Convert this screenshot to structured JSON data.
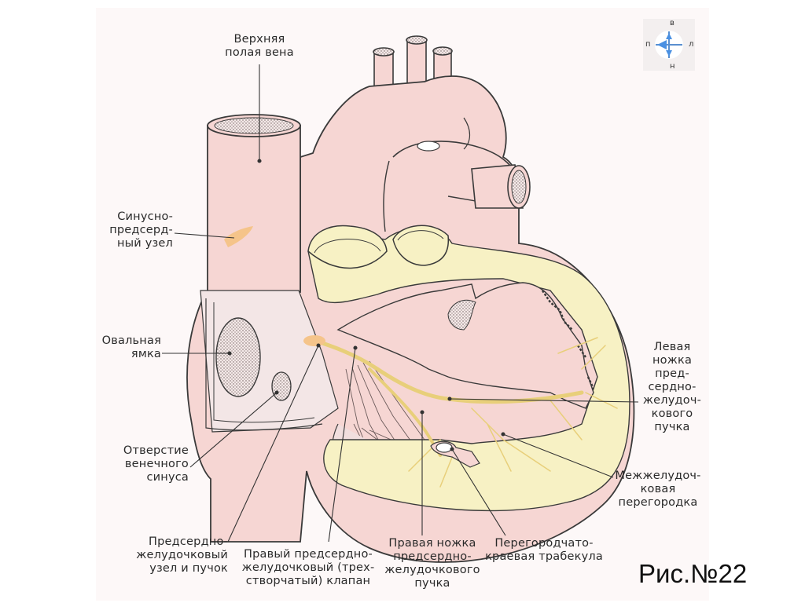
{
  "figure_caption": "Рис.№22",
  "compass": {
    "top": "в",
    "left": "п",
    "right": "л",
    "bottom": "н"
  },
  "labels": {
    "superior_vena_cava": "Верхняя\nполая вена",
    "sinoatrial_node": "Синусно-\nпредсерд-\nный узел",
    "oval_fossa": "Овальная\nямка",
    "coronary_sinus_opening": "Отверстие\nвенечного\nсинуса",
    "av_node_bundle": "Предсердно-\nжелудочковый\nузел и пучок",
    "tricuspid_valve": "Правый предсердно-\nжелудочковый (трех-\nстворчатый) клапан",
    "right_bundle_branch": "Правая ножка\nпредсердно-\nжелудочкового\nпучка",
    "septomarginal_trabecula": "Перегородчато-\nкраевая трабекула",
    "left_bundle_branch": "Левая\nножка\nпред-\nсердно-\nжелудоч-\nкового\nпучка",
    "interventricular_septum": "Межжелудоч-\nковая\nперегородка"
  },
  "colors": {
    "heart_tissue": "#f6d6d3",
    "conduction_yellow": "#f7f1c4",
    "conduction_line": "#e8cf7a",
    "sa_node": "#f5c48a",
    "outline": "#3a3a3a",
    "background_panel": "#fdf7f7"
  }
}
